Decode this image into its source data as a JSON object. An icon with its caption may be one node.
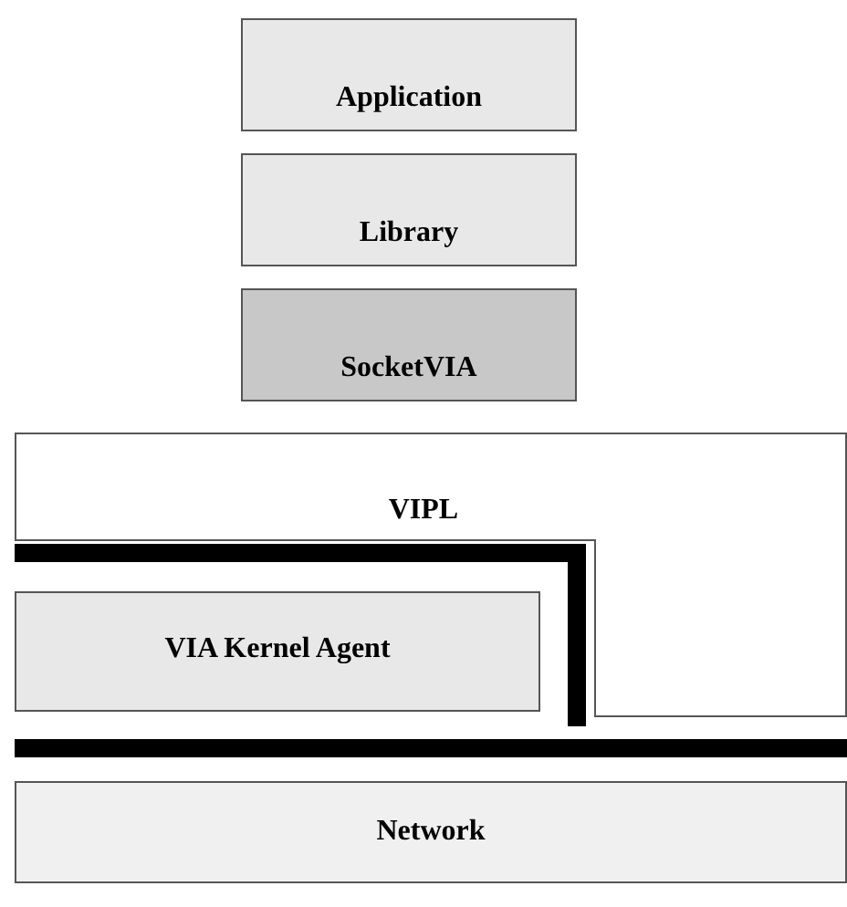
{
  "diagram": {
    "nodes": [
      {
        "text": [
          "Application"
        ]
      },
      {
        "text": [
          "Library"
        ]
      },
      {
        "text": [
          "SocketVIA"
        ]
      },
      {
        "text": [
          "VIPL"
        ]
      },
      {
        "text": [
          "VIA Kernel Agent"
        ]
      },
      {
        "text": [
          "Network"
        ]
      }
    ]
  }
}
